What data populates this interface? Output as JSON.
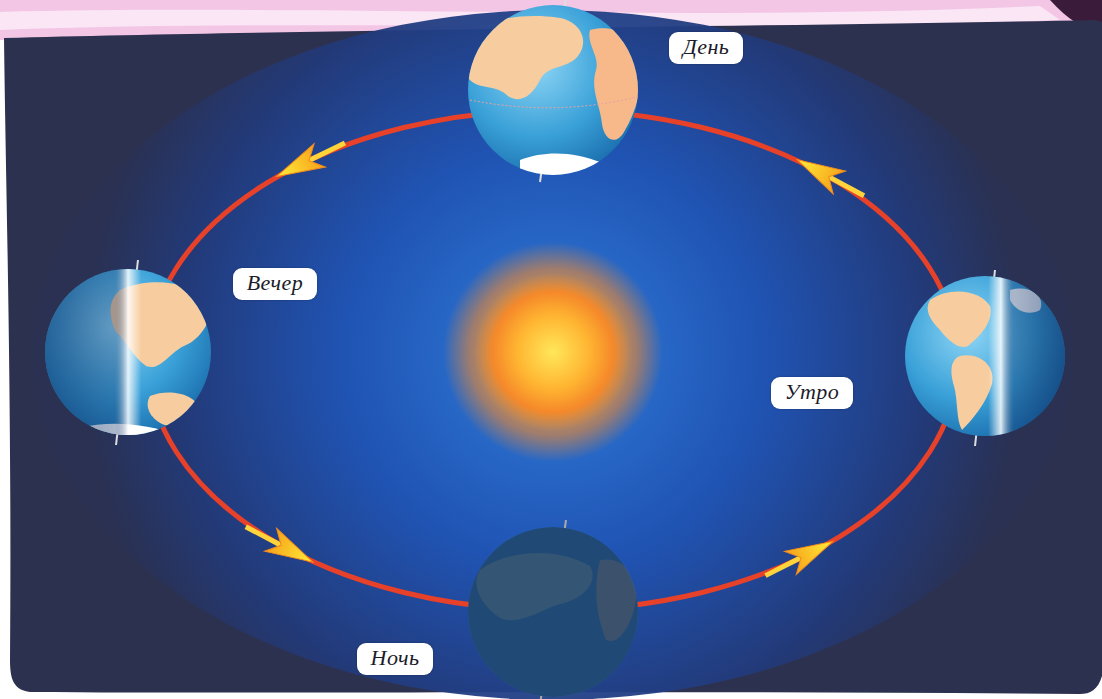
{
  "diagram": {
    "nodes": [
      {
        "text": [
          "День"
        ]
      },
      {
        "text": [
          "Вечер"
        ]
      },
      {
        "text": [
          "Утро"
        ]
      },
      {
        "text": [
          "Ночь"
        ]
      }
    ]
  }
}
